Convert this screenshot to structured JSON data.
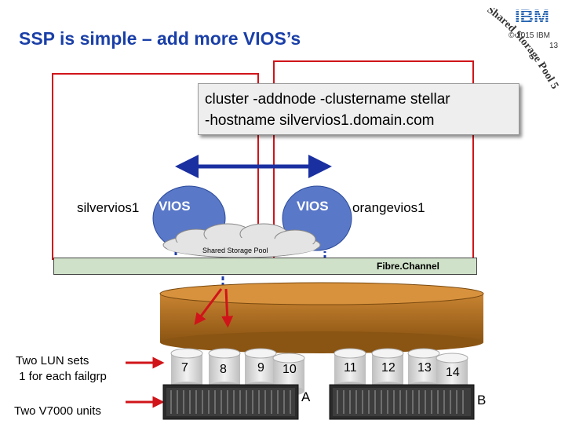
{
  "slide": {
    "title": "SSP is simple – add more VIOS’s",
    "logo": "IBM",
    "copyright": "© 2015 IBM",
    "page_number": "13",
    "ribbon_text": "Shared Storage Pool 5"
  },
  "diagram": {
    "command_line1": "cluster -addnode -clustername stellar",
    "command_line2": "-hostname silvervios1.domain.com",
    "left_host": "silvervios1",
    "right_host": "orangevios1",
    "left_vios": "VIOS",
    "right_vios": "VIOS",
    "pool_label": "Shared Storage Pool",
    "fabric_label": "Fibre.Channel",
    "lun_sets_line1": "Two LUN sets",
    "lun_sets_line2": " 1 for each failgrp",
    "v7000_label": "Two V7000 units",
    "unit_a": "A",
    "unit_b": "B",
    "disks": [
      "7",
      "8",
      "9",
      "10",
      "11",
      "12",
      "13",
      "14"
    ],
    "colors": {
      "title": "#1a3fa8",
      "frame": "#d0141a",
      "arrow": "#1a2fa0",
      "vios": "#5a78c8",
      "cloud": "#e4e4e4",
      "dashed": "#1f3ca8",
      "fabric": "#cfe2c9",
      "storage": "#a8661c",
      "disk": "#d8d8d8",
      "red_arrow": "#d0141a"
    }
  }
}
